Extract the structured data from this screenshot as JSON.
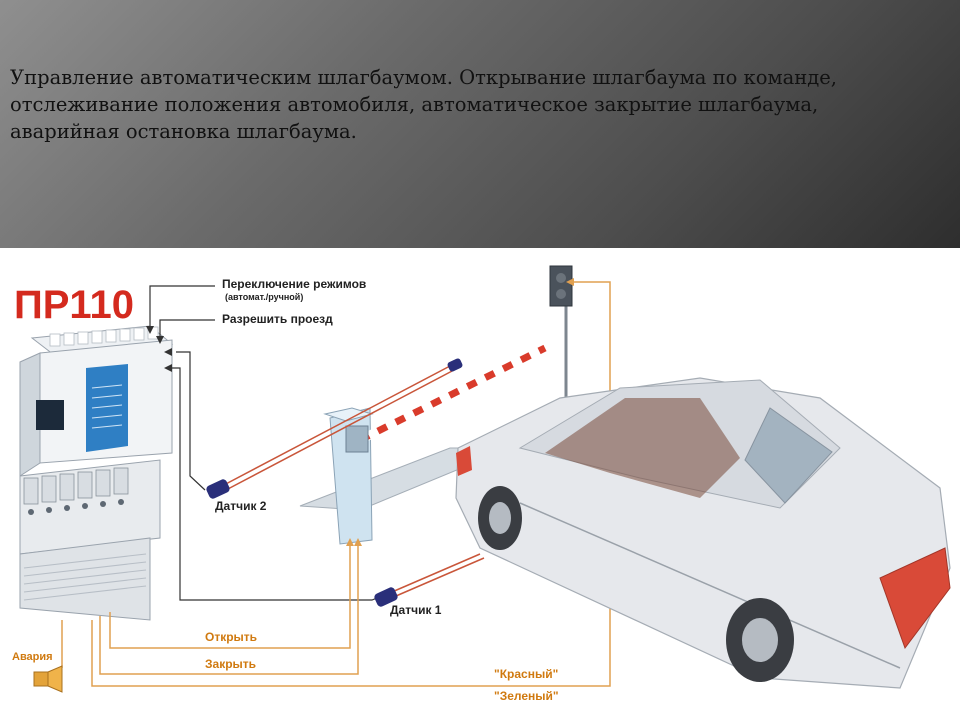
{
  "header": {
    "lines": [
      "Управление автоматическим шлагбаумом. Открывание шлагбаума по команде,",
      "отслеживание положения автомобиля, автоматическое закрытие шлагбаума,",
      "аварийная остановка шлагбаума."
    ]
  },
  "diagram": {
    "device_title": "ПР110",
    "labels": {
      "mode_switch": "Переключение режимов",
      "mode_switch_sub": "(автомат./ручной)",
      "allow_pass": "Разрешить проезд",
      "sensor2": "Датчик 2",
      "sensor1": "Датчик 1",
      "open": "Открыть",
      "close": "Закрыть",
      "red": "\"Красный\"",
      "green": "\"Зеленый\"",
      "alarm": "Авария"
    },
    "colors": {
      "title_red": "#d42a1e",
      "wire_orange": "#e0a050",
      "wire_dark": "#333333",
      "beam_red": "#d93b2b",
      "car_body": "#e6e8ec"
    }
  }
}
